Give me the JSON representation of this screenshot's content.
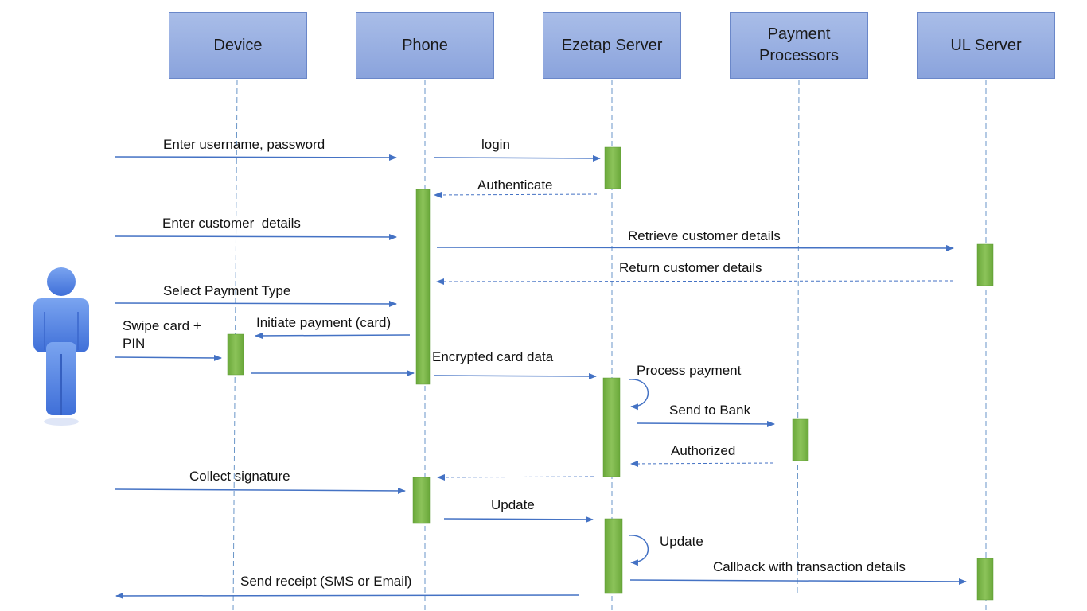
{
  "colors": {
    "box_fill": "#95acdf",
    "box_border": "#6a87c9",
    "lifeline": "#6a96c8",
    "arrow": "#4472c4",
    "activation": "#7ab648",
    "user_figure": "#4f82e8"
  },
  "user_figure": {
    "icon": "person-icon"
  },
  "participants": [
    {
      "id": "device",
      "lines": [
        "Device"
      ]
    },
    {
      "id": "phone",
      "lines": [
        "Phone"
      ]
    },
    {
      "id": "ezetap",
      "lines": [
        "Ezetap Server"
      ]
    },
    {
      "id": "processors",
      "lines": [
        "Payment",
        "Processors"
      ]
    },
    {
      "id": "ul",
      "lines": [
        "UL Server"
      ]
    }
  ],
  "messages": [
    {
      "id": "enter-credentials",
      "label": "Enter username, password",
      "style": "solid"
    },
    {
      "id": "login",
      "label": "login",
      "style": "solid"
    },
    {
      "id": "authenticate",
      "label": "Authenticate",
      "style": "dashed"
    },
    {
      "id": "enter-customer-details",
      "label": "Enter customer  details",
      "style": "solid"
    },
    {
      "id": "retrieve-customer-details",
      "label": "Retrieve customer details",
      "style": "solid"
    },
    {
      "id": "return-customer-details",
      "label": "Return customer details",
      "style": "dashed"
    },
    {
      "id": "select-payment-type",
      "label": "Select Payment Type",
      "style": "solid"
    },
    {
      "id": "initiate-payment",
      "label": "Initiate payment (card)",
      "style": "solid"
    },
    {
      "id": "swipe-card",
      "label": "Swipe card + PIN",
      "style": "solid"
    },
    {
      "id": "card-data-to-phone",
      "label": "",
      "style": "solid"
    },
    {
      "id": "encrypted-card-data",
      "label": "Encrypted card data",
      "style": "solid"
    },
    {
      "id": "process-payment",
      "label": "Process payment",
      "style": "self"
    },
    {
      "id": "send-to-bank",
      "label": "Send to Bank",
      "style": "solid"
    },
    {
      "id": "authorized",
      "label": "Authorized",
      "style": "dashed"
    },
    {
      "id": "payment-result",
      "label": "",
      "style": "dashed"
    },
    {
      "id": "collect-signature",
      "label": "Collect signature",
      "style": "solid"
    },
    {
      "id": "update-to-server",
      "label": "Update",
      "style": "solid"
    },
    {
      "id": "update-self",
      "label": "Update",
      "style": "self"
    },
    {
      "id": "callback",
      "label": "Callback with transaction details",
      "style": "solid"
    },
    {
      "id": "send-receipt",
      "label": "Send receipt (SMS or Email)",
      "style": "solid"
    }
  ]
}
